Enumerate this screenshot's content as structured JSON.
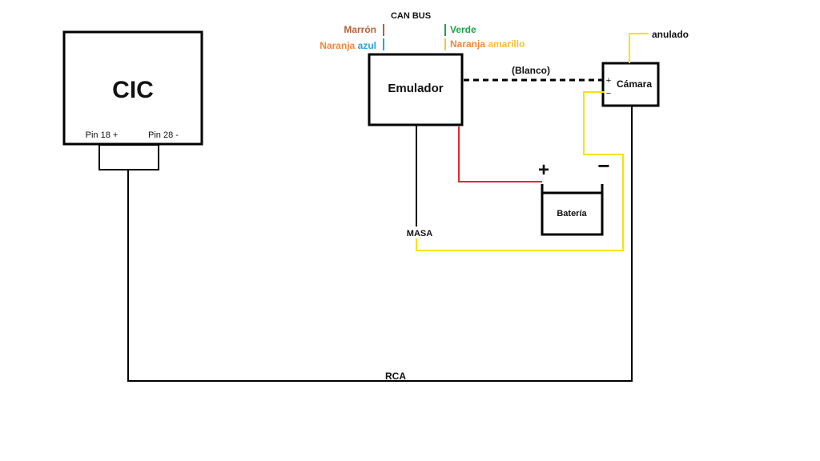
{
  "colors": {
    "black": "#000000",
    "red": "#e8262c",
    "yellow": "#f5e400",
    "brown": "#b5633a",
    "orange": "#f0883a",
    "blue": "#2aa3d6",
    "green": "#1aa54a",
    "amber": "#f5c13a",
    "text": "#111111"
  },
  "cic": {
    "title": "CIC",
    "pin_plus": "Pin 18 +",
    "pin_minus": "Pin 28 -"
  },
  "emulator": {
    "title": "Emulador"
  },
  "can_bus": {
    "title": "CAN BUS",
    "left_top": "Marrón",
    "left_bottom_a": "Naranja",
    "left_bottom_b": "azul",
    "right_top": "Verde",
    "right_bottom_a": "Naranja",
    "right_bottom_b": "amarillo"
  },
  "camera": {
    "title": "Cámara",
    "plus": "+",
    "minus": "−",
    "annulled_label": "anulado"
  },
  "white_wire_label": "(Blanco)",
  "battery": {
    "title": "Batería",
    "plus": "+",
    "minus": "−"
  },
  "ground_label": "MASA",
  "rca_label": "RCA"
}
